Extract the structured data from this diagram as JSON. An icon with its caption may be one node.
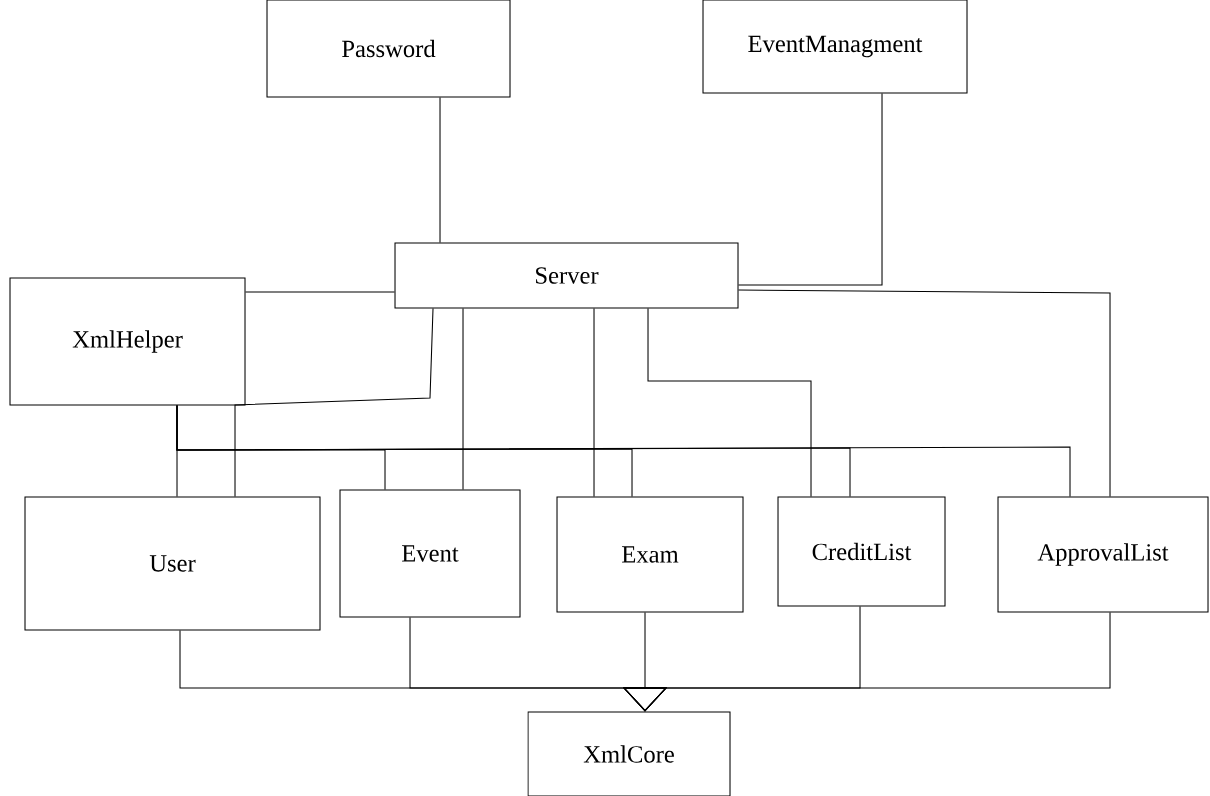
{
  "diagram": {
    "nodes": [
      {
        "text": [
          "Password"
        ]
      },
      {
        "text": [
          "EventManagment"
        ]
      },
      {
        "text": [
          "Server"
        ]
      },
      {
        "text": [
          "XmlHelper"
        ]
      },
      {
        "text": [
          "User"
        ]
      },
      {
        "text": [
          "Event"
        ]
      },
      {
        "text": [
          "Exam"
        ]
      },
      {
        "text": [
          "CreditList"
        ]
      },
      {
        "text": [
          "ApprovalList"
        ]
      },
      {
        "text": [
          "XmlCore"
        ]
      }
    ],
    "edges": [
      {
        "from": 0,
        "to": 2,
        "arrow": "none"
      },
      {
        "from": 1,
        "to": 2,
        "arrow": "none"
      },
      {
        "from": 3,
        "to": 2,
        "arrow": "none"
      },
      {
        "from": 2,
        "to": 4,
        "arrow": "none"
      },
      {
        "from": 2,
        "to": 5,
        "arrow": "none"
      },
      {
        "from": 2,
        "to": 6,
        "arrow": "none"
      },
      {
        "from": 2,
        "to": 7,
        "arrow": "none"
      },
      {
        "from": 2,
        "to": 8,
        "arrow": "none"
      },
      {
        "from": 3,
        "to": 4,
        "arrow": "none"
      },
      {
        "from": 3,
        "to": 5,
        "arrow": "none"
      },
      {
        "from": 3,
        "to": 6,
        "arrow": "none"
      },
      {
        "from": 3,
        "to": 7,
        "arrow": "none"
      },
      {
        "from": 3,
        "to": 8,
        "arrow": "none"
      },
      {
        "from": 4,
        "to": 9,
        "arrow": "to"
      },
      {
        "from": 5,
        "to": 9,
        "arrow": "to"
      },
      {
        "from": 6,
        "to": 9,
        "arrow": "to"
      },
      {
        "from": 7,
        "to": 9,
        "arrow": "to"
      },
      {
        "from": 8,
        "to": 9,
        "arrow": "to"
      }
    ]
  }
}
